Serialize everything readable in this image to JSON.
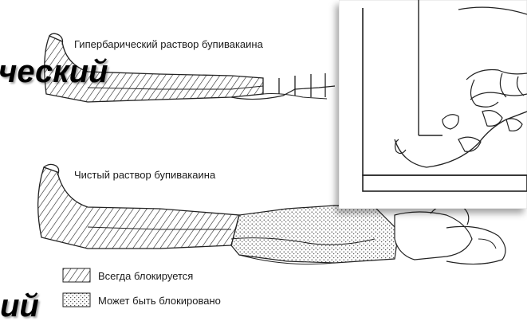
{
  "labels": {
    "hyperbaric": "Гипербарический раствор бупивакаина",
    "plain": "Чистый раствор бупивакаина"
  },
  "legend": {
    "always": "Всегда блокируется",
    "maybe": "Может быть блокировано"
  },
  "overlay": {
    "word1": "ческий",
    "word2": "ий"
  }
}
